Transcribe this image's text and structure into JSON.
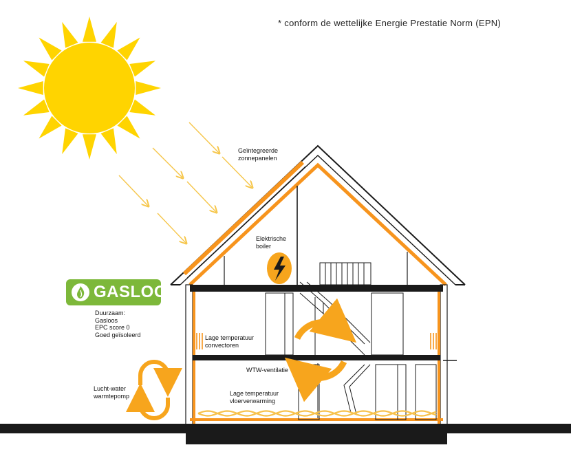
{
  "note": "* conform de wettelijke Energie Prestatie Norm (EPN)",
  "badge": {
    "text": "GASLOOS"
  },
  "labels": {
    "solar_panels": "Geïntegreerde\nzonnepanelen",
    "boiler": "Elektrische\nboiler",
    "convectors": "Lage temperatuur\nconvectoren",
    "ventilation": "WTW-ventilatie",
    "floor_heating": "Lage temperatuur\nvloerverwarming",
    "heat_pump": "Lucht-water\nwarmtepomp",
    "sustainable": "Duurzaam:\nGasloos\nEPC score 0\nGoed geïsoleerd"
  },
  "colors": {
    "sun": "#FFD400",
    "insulation": "#F7941D",
    "badge": "#7DB83A",
    "structure": "#1A1A1A"
  },
  "icons": [
    "sun-icon",
    "sun-ray-arrows",
    "lightning-bolt-icon",
    "flame-leaf-icon",
    "circular-arrows-icon",
    "heat-pump-cycle-icon",
    "floor-heating-wave-icon"
  ]
}
